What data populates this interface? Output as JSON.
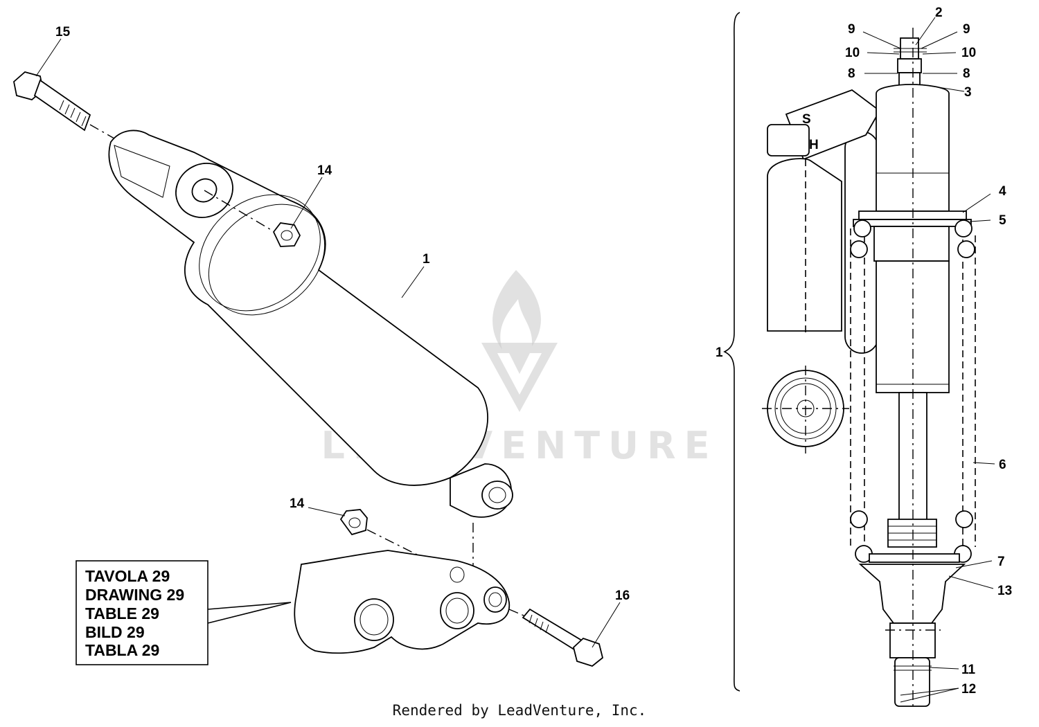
{
  "callouts": {
    "c15": "15",
    "c14a": "14",
    "c1a": "1",
    "c14b": "14",
    "c16": "16",
    "r2": "2",
    "r9l": "9",
    "r9r": "9",
    "r10l": "10",
    "r10r": "10",
    "r8l": "8",
    "r8r": "8",
    "r3": "3",
    "r4": "4",
    "r5": "5",
    "r1": "1",
    "r6": "6",
    "r7": "7",
    "r13": "13",
    "r11": "11",
    "r12": "12"
  },
  "valve_marks": {
    "s": "S",
    "h": "H"
  },
  "reference_box": {
    "lines": [
      "TAVOLA 29",
      "DRAWING 29",
      "TABLE 29",
      "BILD 29",
      "TABLA 29"
    ]
  },
  "watermark": {
    "text": "LEADVENTURE"
  },
  "footer": {
    "text": "Rendered by LeadVenture, Inc."
  }
}
